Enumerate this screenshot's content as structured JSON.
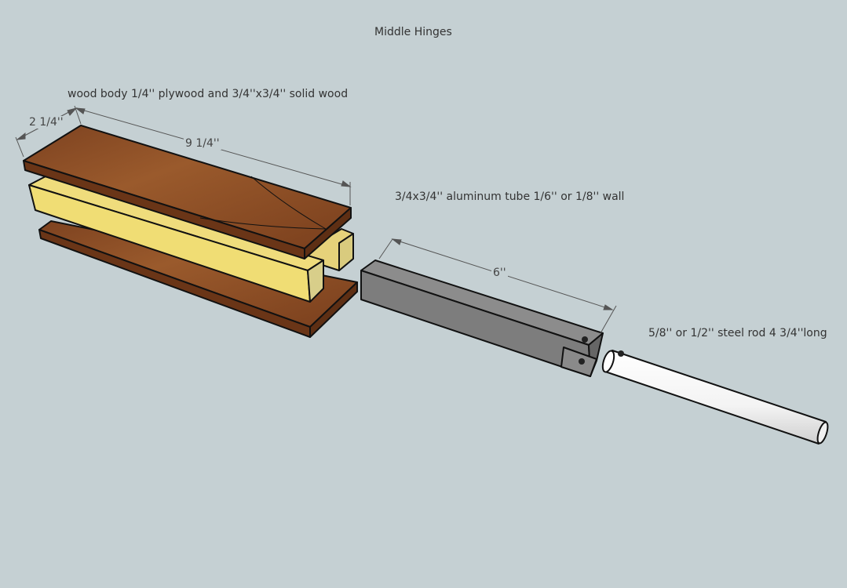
{
  "title": "Middle Hinges",
  "labels": {
    "wood_body": "wood body 1/4'' plywood and 3/4''x3/4'' solid wood",
    "aluminum_tube": "3/4x3/4'' aluminum tube 1/6'' or 1/8'' wall",
    "steel_rod": "5/8'' or 1/2'' steel rod  4 3/4''long"
  },
  "dimensions": {
    "width": "2 1/4''",
    "length": "9 1/4''",
    "tube_length": "6''"
  },
  "colors": {
    "background": "#c5d0d3",
    "plywood": "#8a4a22",
    "solid_wood": "#ecd97a",
    "aluminum": "#7a7a7a",
    "steel": "#f4f4f4"
  }
}
